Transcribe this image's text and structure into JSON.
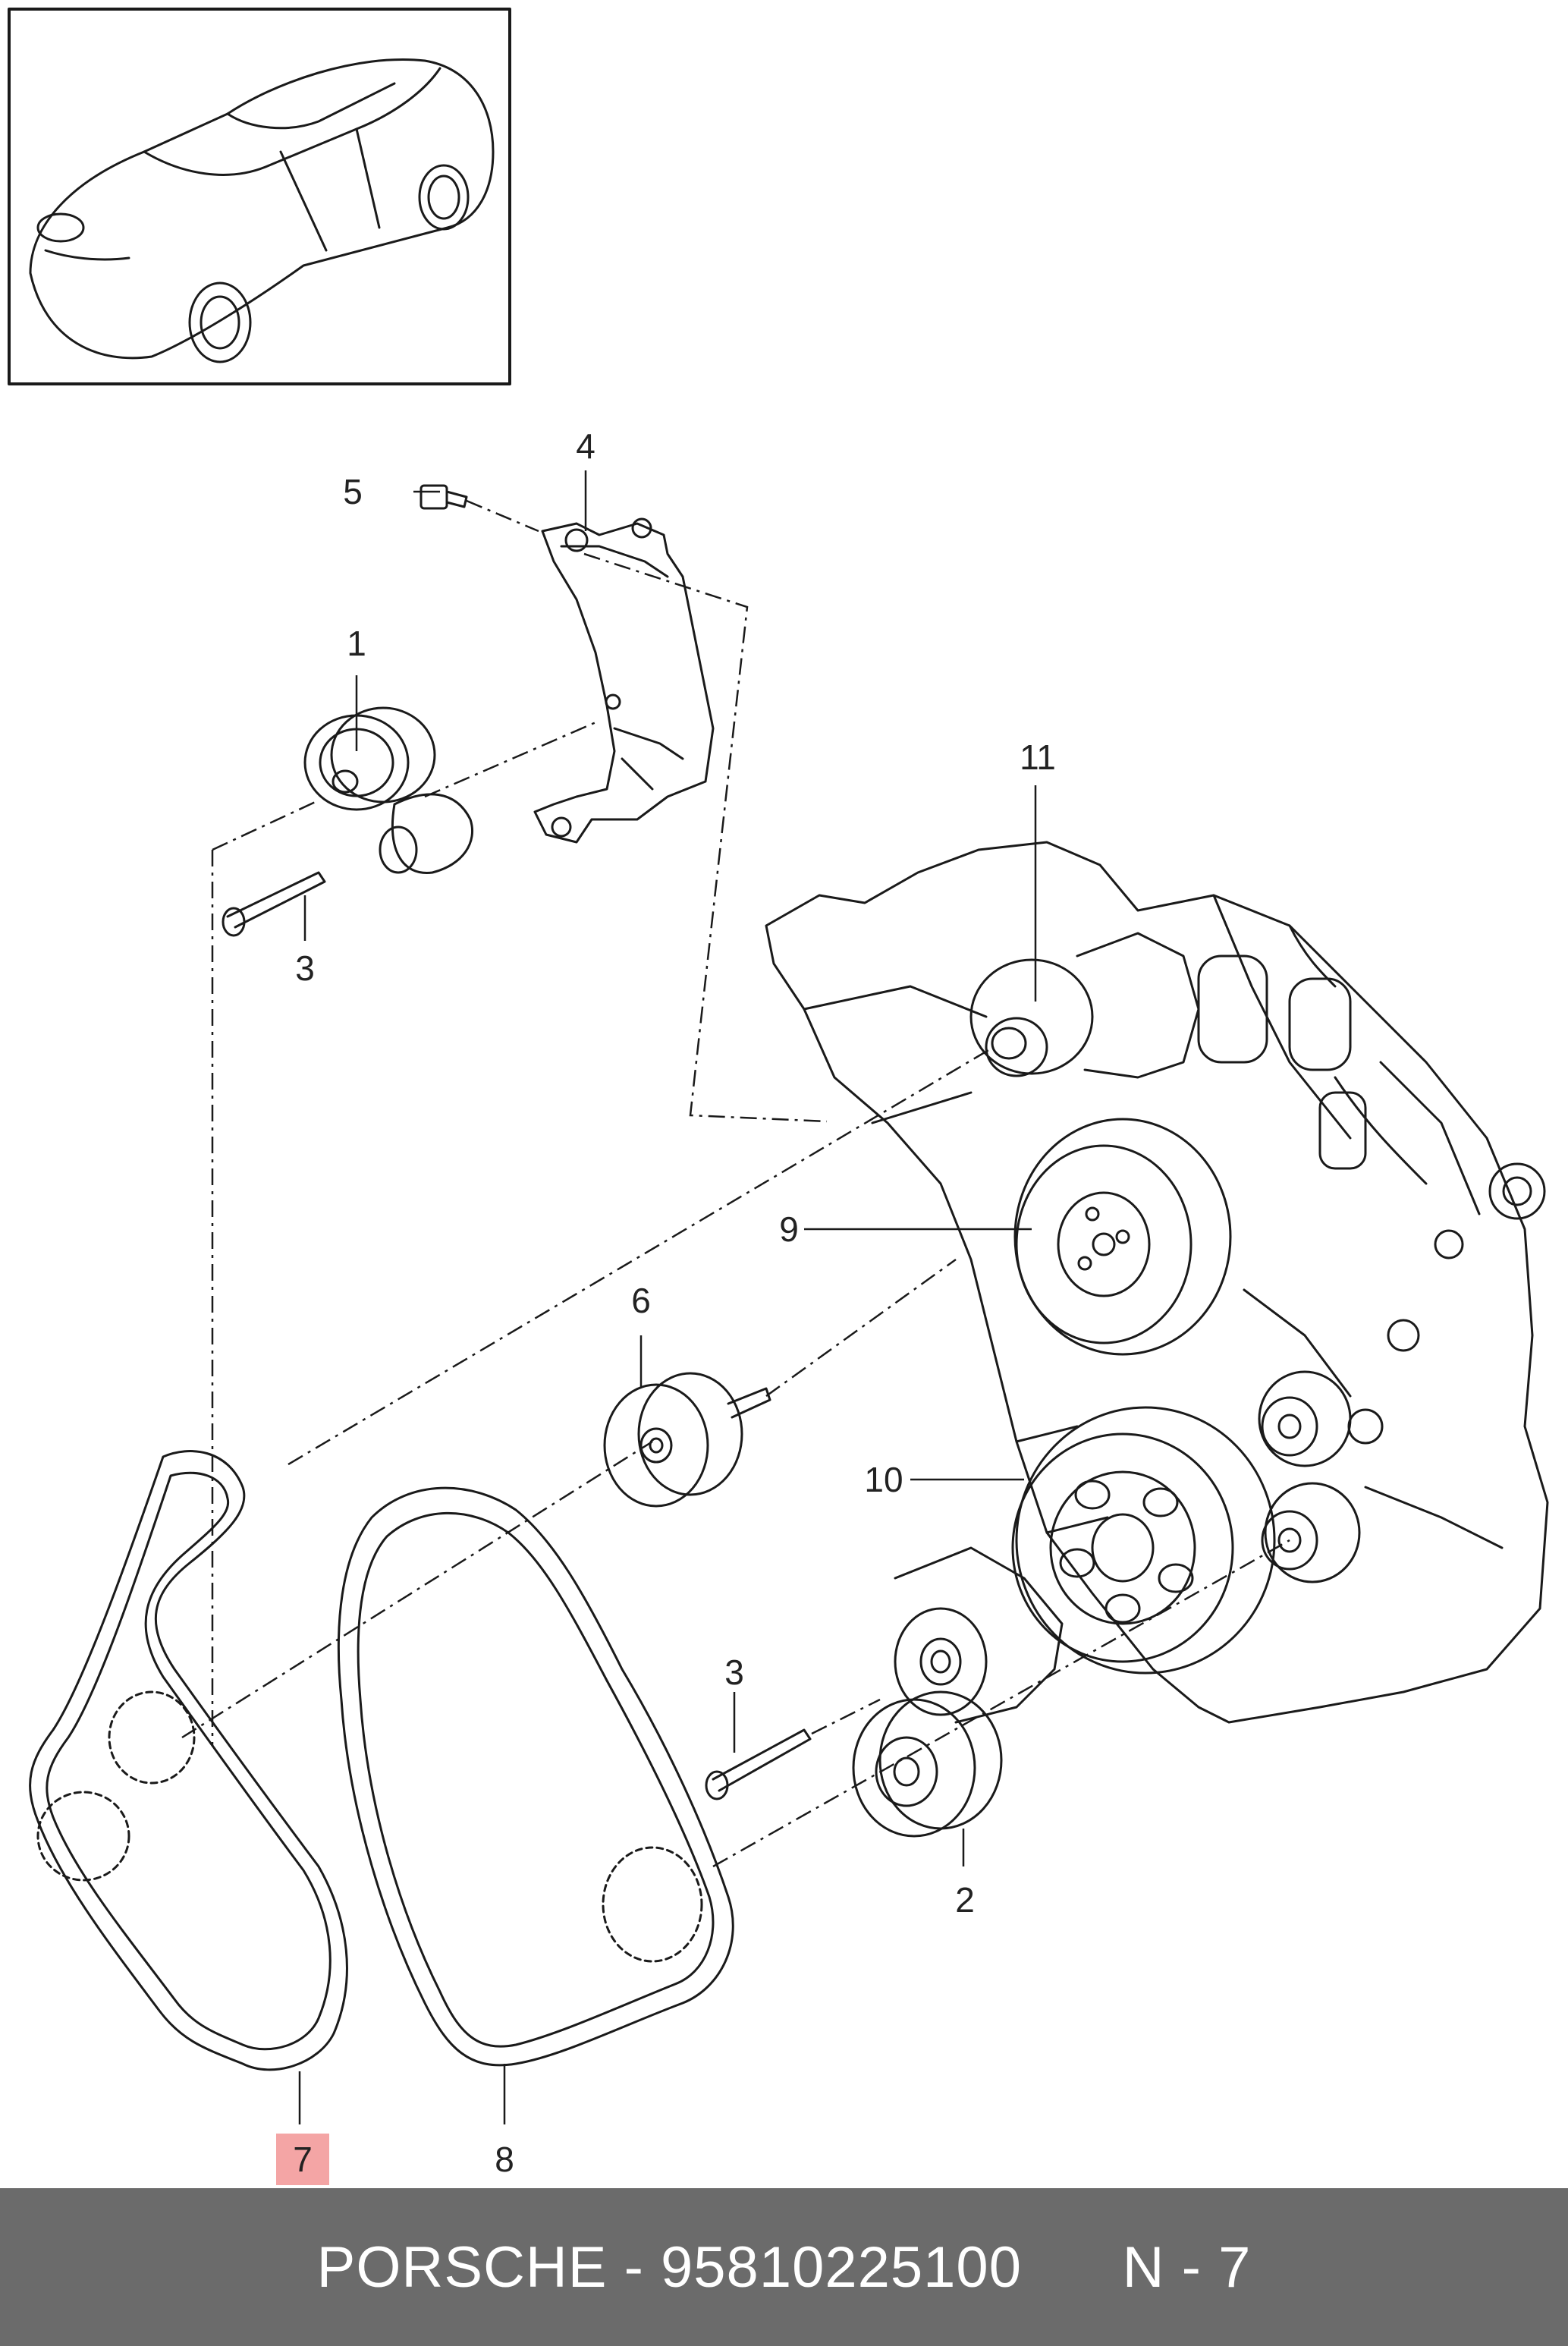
{
  "callouts": {
    "c1": "1",
    "c2": "2",
    "c3a": "3",
    "c3b": "3",
    "c4": "4",
    "c5": "5",
    "c6": "6",
    "c7": "7",
    "c8": "8",
    "c9": "9",
    "c10": "10",
    "c11": "11"
  },
  "highlight_color": "#f4a5a5",
  "footer": {
    "brand": "PORSCHE",
    "separator": " - ",
    "part_number": "95810225100",
    "position_label": "N - 7"
  }
}
